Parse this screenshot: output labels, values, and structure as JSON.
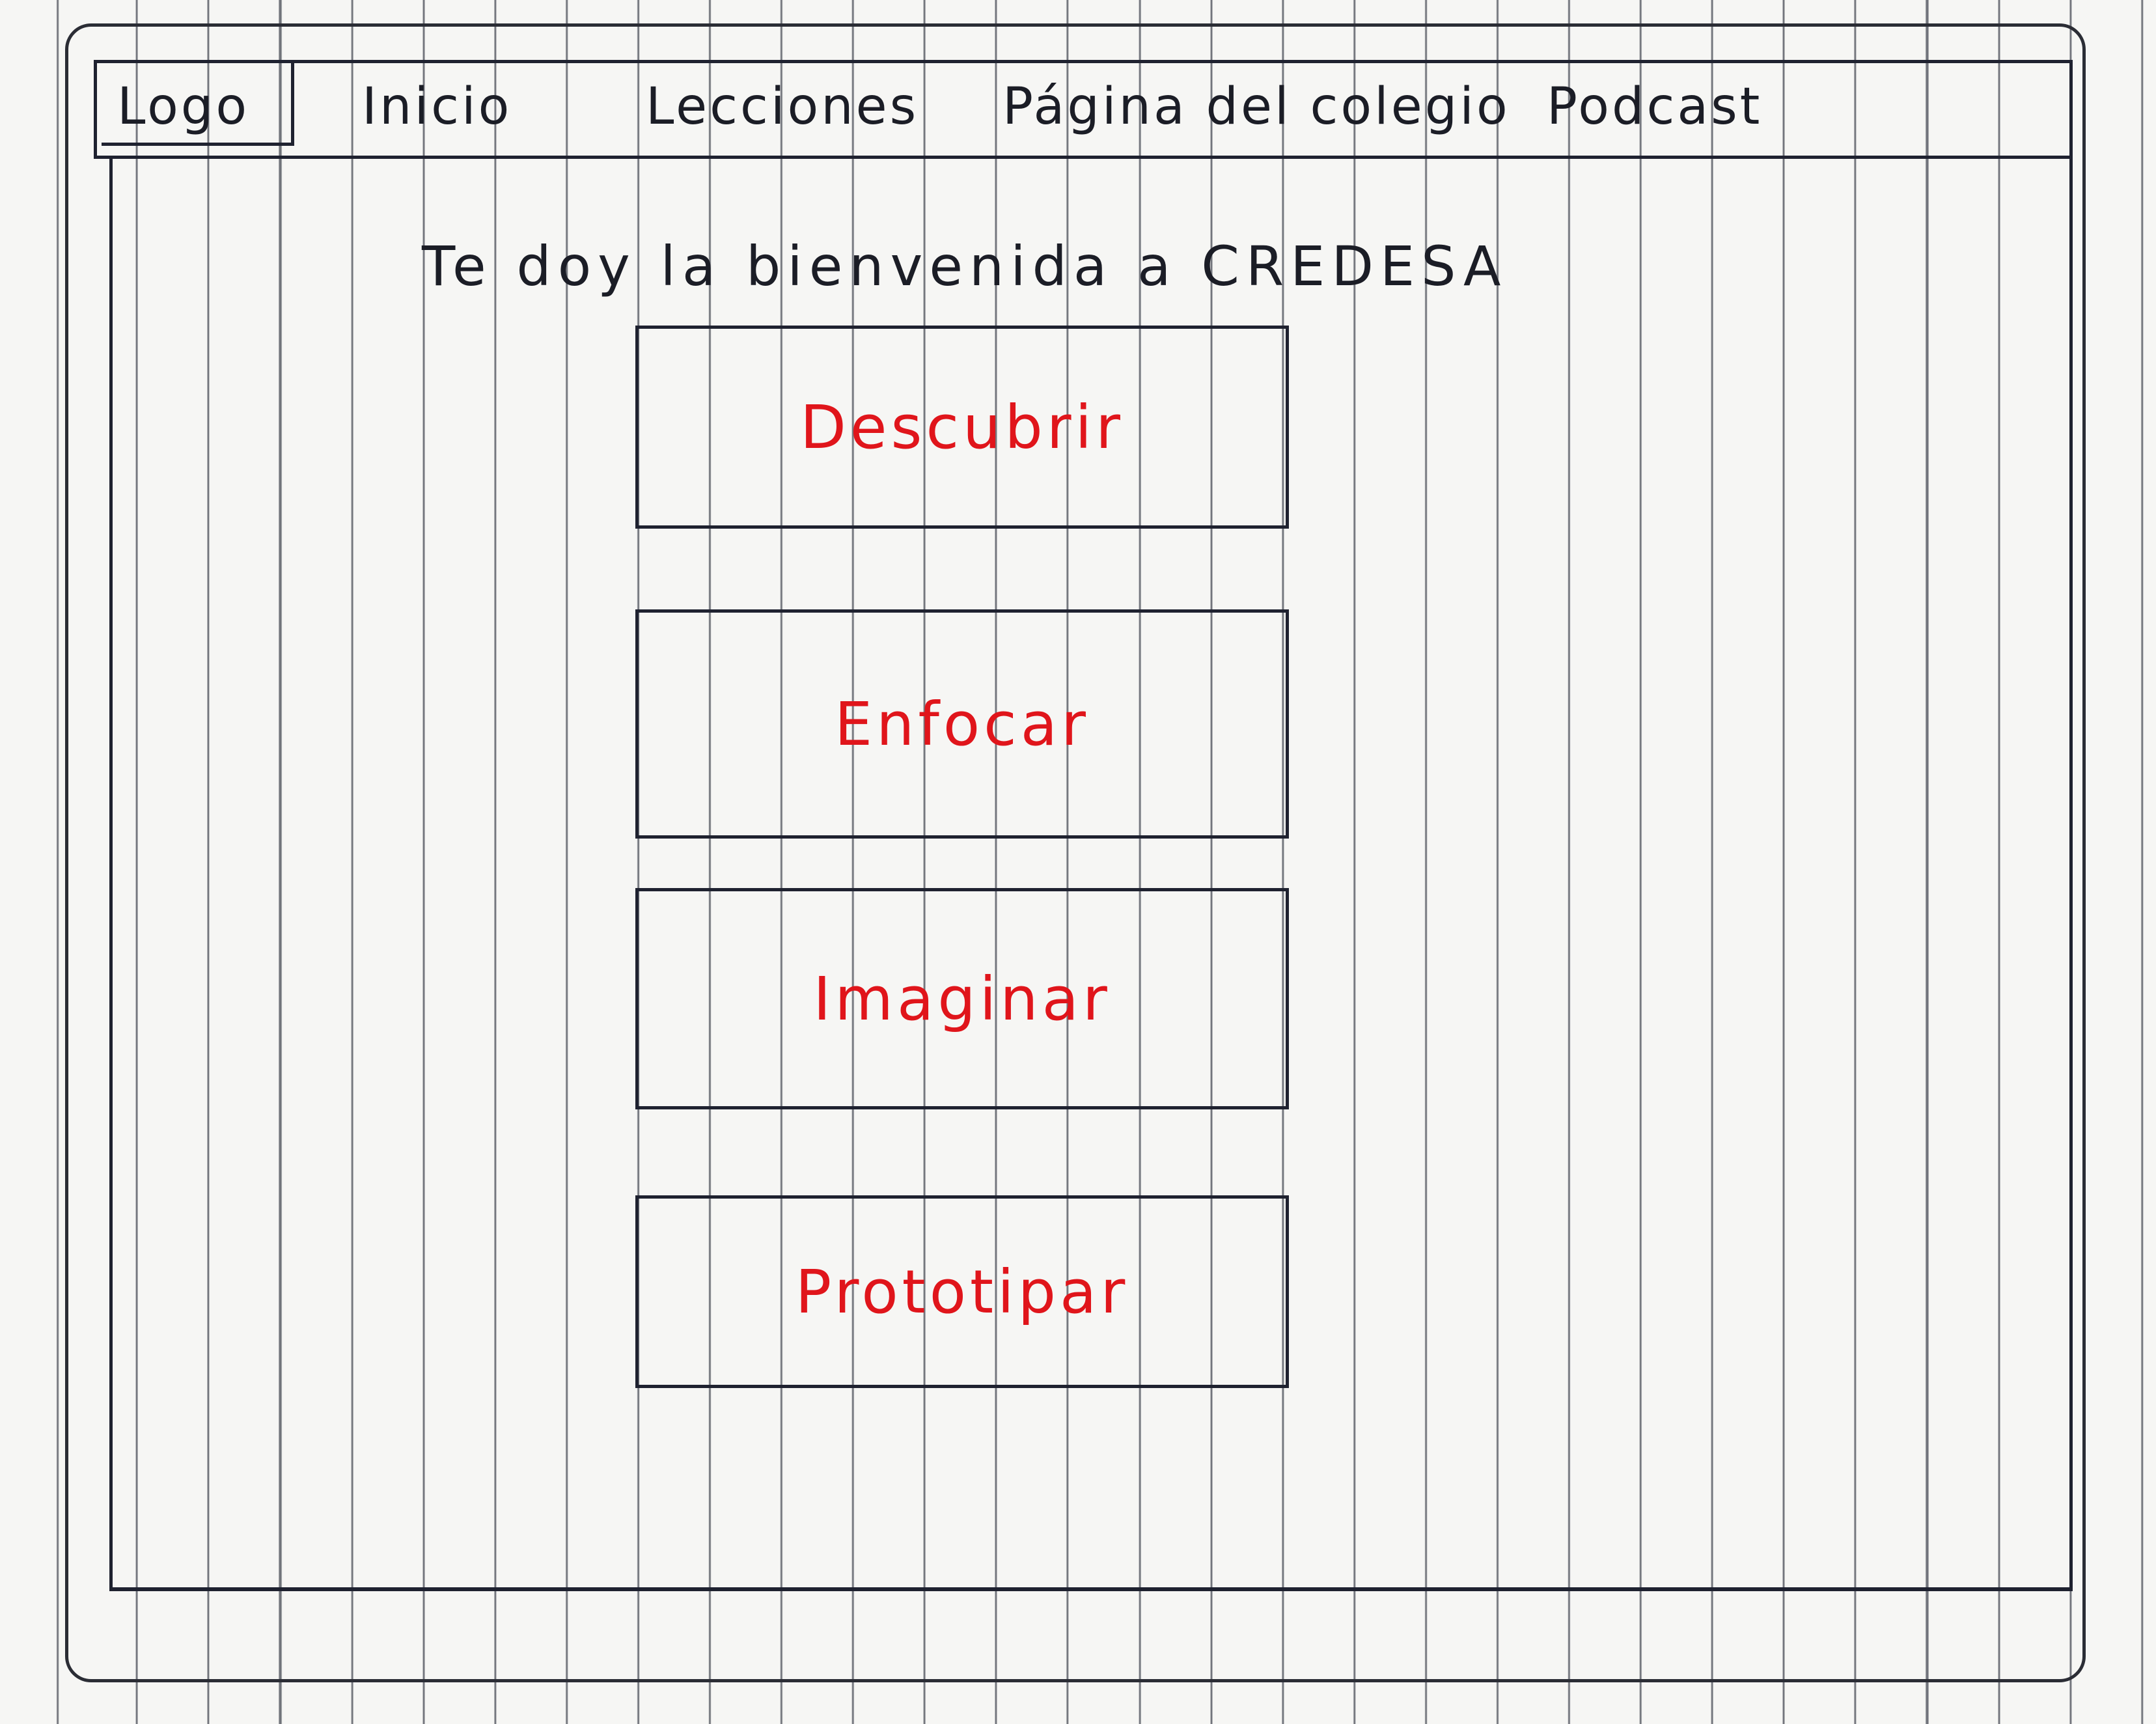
{
  "nav": {
    "logo": "Logo",
    "items": [
      {
        "label": "Inicio"
      },
      {
        "label": "Lecciones"
      },
      {
        "label": "Página del colegio"
      },
      {
        "label": "Podcast"
      }
    ]
  },
  "main": {
    "welcome": "Te doy la bienvenida a CREDESA",
    "steps": [
      {
        "label": "Descubrir"
      },
      {
        "label": "Enfocar"
      },
      {
        "label": "Imaginar"
      },
      {
        "label": "Prototipar"
      }
    ]
  },
  "colors": {
    "ink": "#1f2230",
    "accent": "#e0151b"
  }
}
